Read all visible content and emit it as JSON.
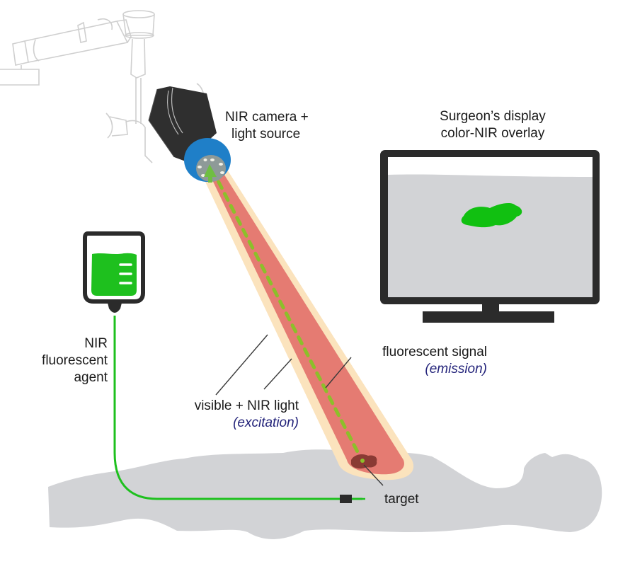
{
  "diagram": {
    "title": "NIR fluorescence-guided surgery setup",
    "colors": {
      "body": "#d2d3d6",
      "beam_outer": "#fbe3bd",
      "beam_inner": "#e3726b",
      "emission_dash": "#8cbf2a",
      "agent_green": "#1ec01e",
      "camera_body": "#2f2f2f",
      "camera_lens": "#1f7fc8",
      "monitor_frame": "#2b2b2b",
      "monitor_screen": "#d2d3d6",
      "overlay_blob": "#11c011",
      "target": "#8a3a34",
      "annotation_text": "#1a1a1a",
      "emphasis_text": "#23237a"
    },
    "labels": {
      "camera_line1": "NIR camera +",
      "camera_line2": "light source",
      "display_line1": "Surgeon’s display",
      "display_line2": "color-NIR overlay",
      "agent_line1": "NIR",
      "agent_line2": "fluorescent",
      "agent_line3": "agent",
      "excitation_line1": "visible + NIR light",
      "excitation_line2": "(excitation)",
      "emission_line1": "fluorescent signal",
      "emission_line2": "(emission)",
      "target": "target"
    }
  }
}
